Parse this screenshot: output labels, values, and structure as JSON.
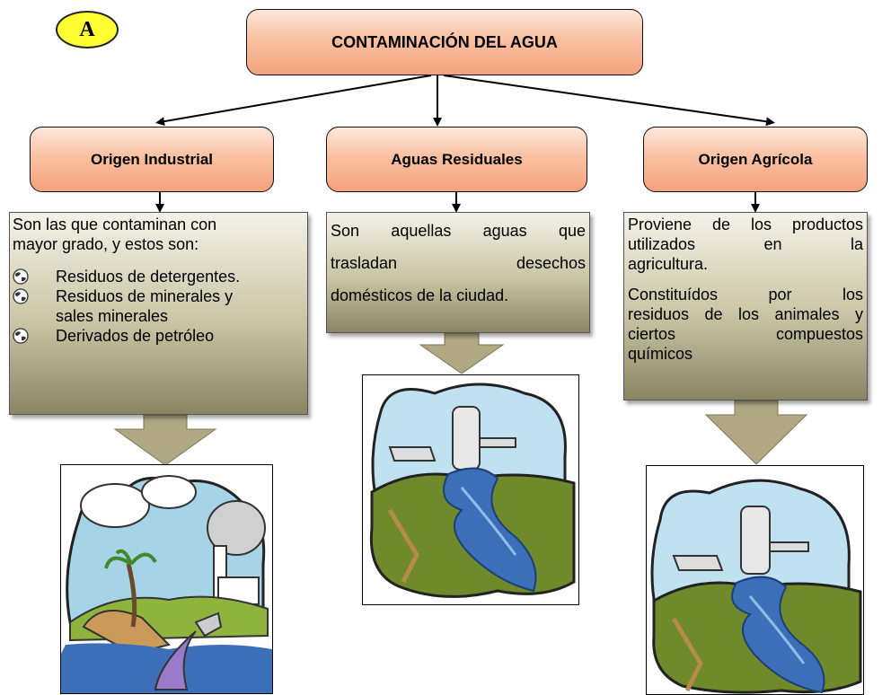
{
  "badge": "A",
  "title": "CONTAMINACIÓN DEL AGUA",
  "categories": [
    {
      "label": "Origen Industrial",
      "intro_lines": [
        "Son las que contaminan con",
        "mayor grado, y estos son:"
      ],
      "bullets": [
        {
          "line1": "Residuos de detergentes.",
          "line2": ""
        },
        {
          "line1": "Residuos de minerales y",
          "line2": "sales minerales"
        },
        {
          "line1": "Derivados de petróleo",
          "line2": ""
        }
      ],
      "image": "industrial-pollution-illustration"
    },
    {
      "label": "Aguas Residuales",
      "lines": [
        "Son aquellas aguas que",
        "trasladan desechos",
        "domésticos de la ciudad."
      ],
      "image": "pipes-discharging-into-river-illustration"
    },
    {
      "label": "Origen Agrícola",
      "para1": [
        "Proviene de los productos",
        "utilizados en la",
        "agricultura."
      ],
      "para2": [
        "Constituídos por los",
        "residuos de los animales y",
        "ciertos compuestos",
        "químicos"
      ],
      "image": "pipes-discharging-into-river-illustration"
    }
  ],
  "colors": {
    "node_fill": "#f9c1a2",
    "badge_fill": "#ffff33",
    "desc_fill": "#c9c4a4",
    "down_arrow": "#b0a882"
  },
  "icons": [
    "globe-bullet-icon"
  ]
}
